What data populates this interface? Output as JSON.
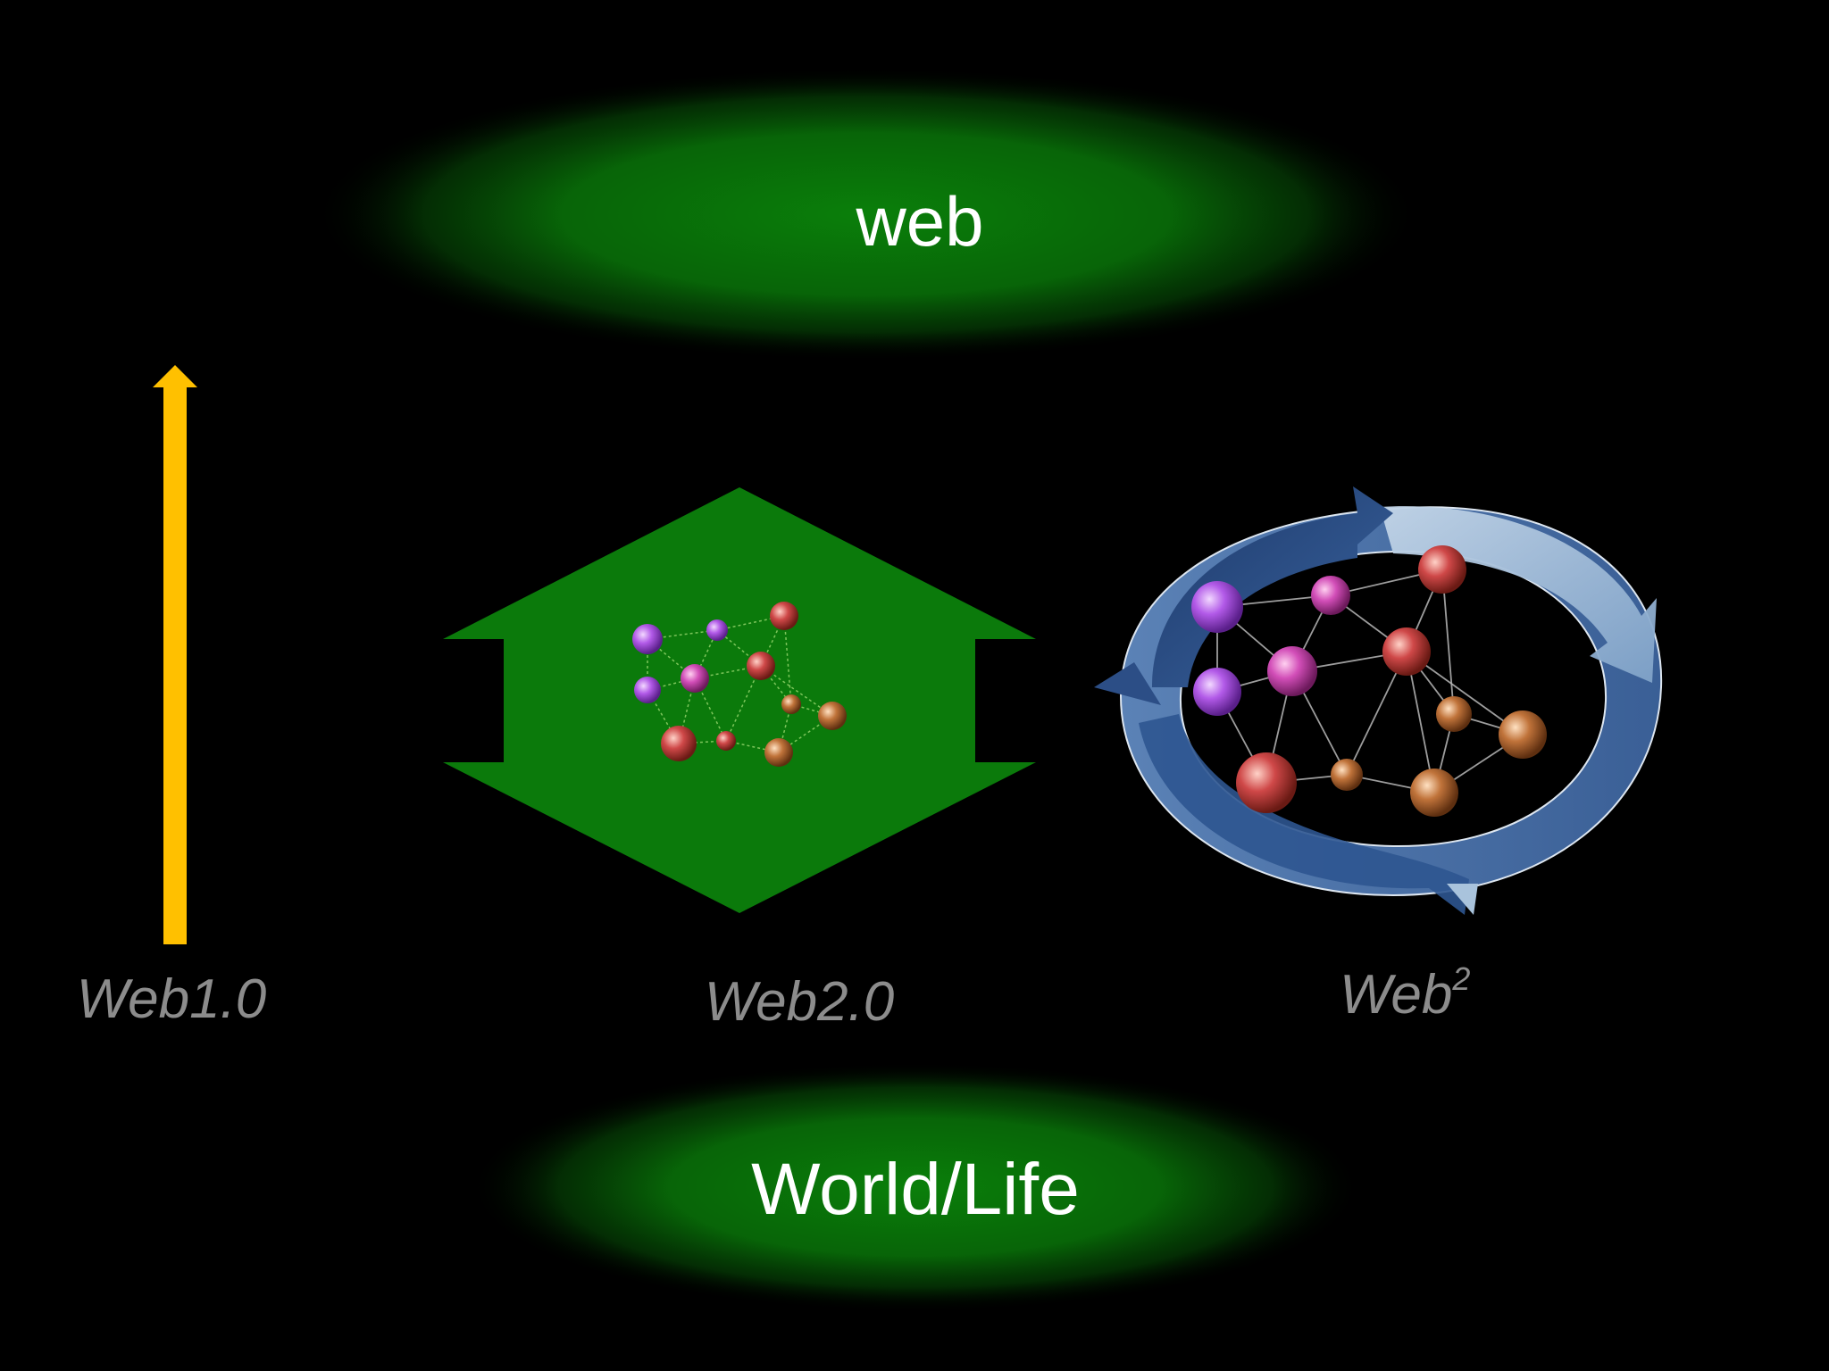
{
  "top": {
    "label": "web"
  },
  "bottom": {
    "label": "World/Life"
  },
  "stages": [
    {
      "label": "Web1.0"
    },
    {
      "label": "Web2.0"
    },
    {
      "label_base": "Web",
      "label_sup": "2"
    }
  ],
  "colors": {
    "background": "#000000",
    "ellipse_glow": "#0a7a0a",
    "arrow": "#ffc000",
    "hexagon": "#0b7a0b",
    "stage_label": "#8c8c8c",
    "main_label": "#ffffff",
    "cycle_dark": "#26487e",
    "cycle_light": "#a9c3dc",
    "node_purple": "#b25ae8",
    "node_magenta": "#d24eb8",
    "node_red": "#cf4848",
    "node_orange": "#c0733a"
  },
  "icons": {
    "web1": "up-arrow-icon",
    "web2": "network-hexagon-icon",
    "web_squared": "cycle-network-icon"
  }
}
